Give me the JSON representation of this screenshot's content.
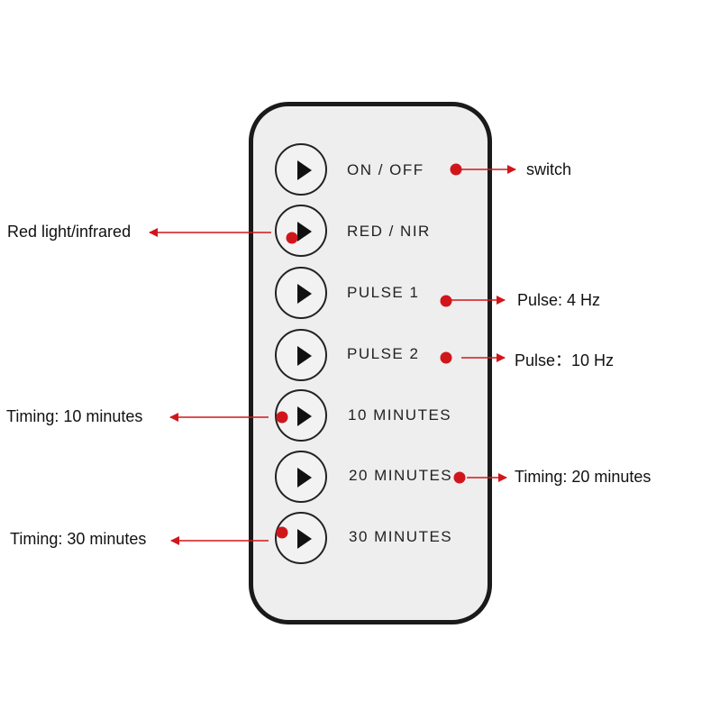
{
  "remote": {
    "buttons": [
      {
        "label": "ON / OFF"
      },
      {
        "label": "RED / NIR"
      },
      {
        "label": "PULSE 1"
      },
      {
        "label": "PULSE 2"
      },
      {
        "label": "10 MINUTES"
      },
      {
        "label": "20 MINUTES"
      },
      {
        "label": "30 MINUTES"
      }
    ]
  },
  "callouts": {
    "switch": "switch",
    "red_light": "Red light/infrared",
    "pulse_1": "Pulse: 4 Hz",
    "pulse_2": "Pulse：10 Hz",
    "timing_10": "Timing: 10 minutes",
    "timing_20": "Timing: 20 minutes",
    "timing_30": "Timing: 30 minutes"
  },
  "colors": {
    "marker": "#d0161b",
    "remote_body": "#eeeeee",
    "remote_border": "#1a1a1a"
  }
}
